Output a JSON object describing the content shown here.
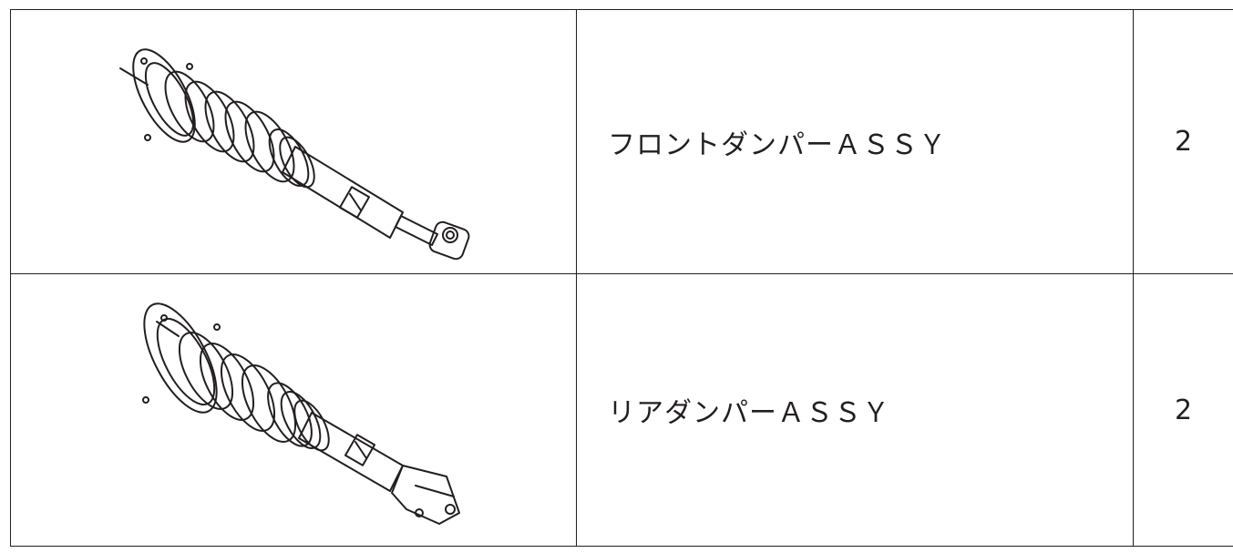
{
  "parts": [
    {
      "name": "フロントダンパーＡＳＳＹ",
      "qty": "2",
      "image": "front-damper-drawing"
    },
    {
      "name": "リアダンパーＡＳＳＹ",
      "qty": "2",
      "image": "rear-damper-drawing"
    }
  ]
}
